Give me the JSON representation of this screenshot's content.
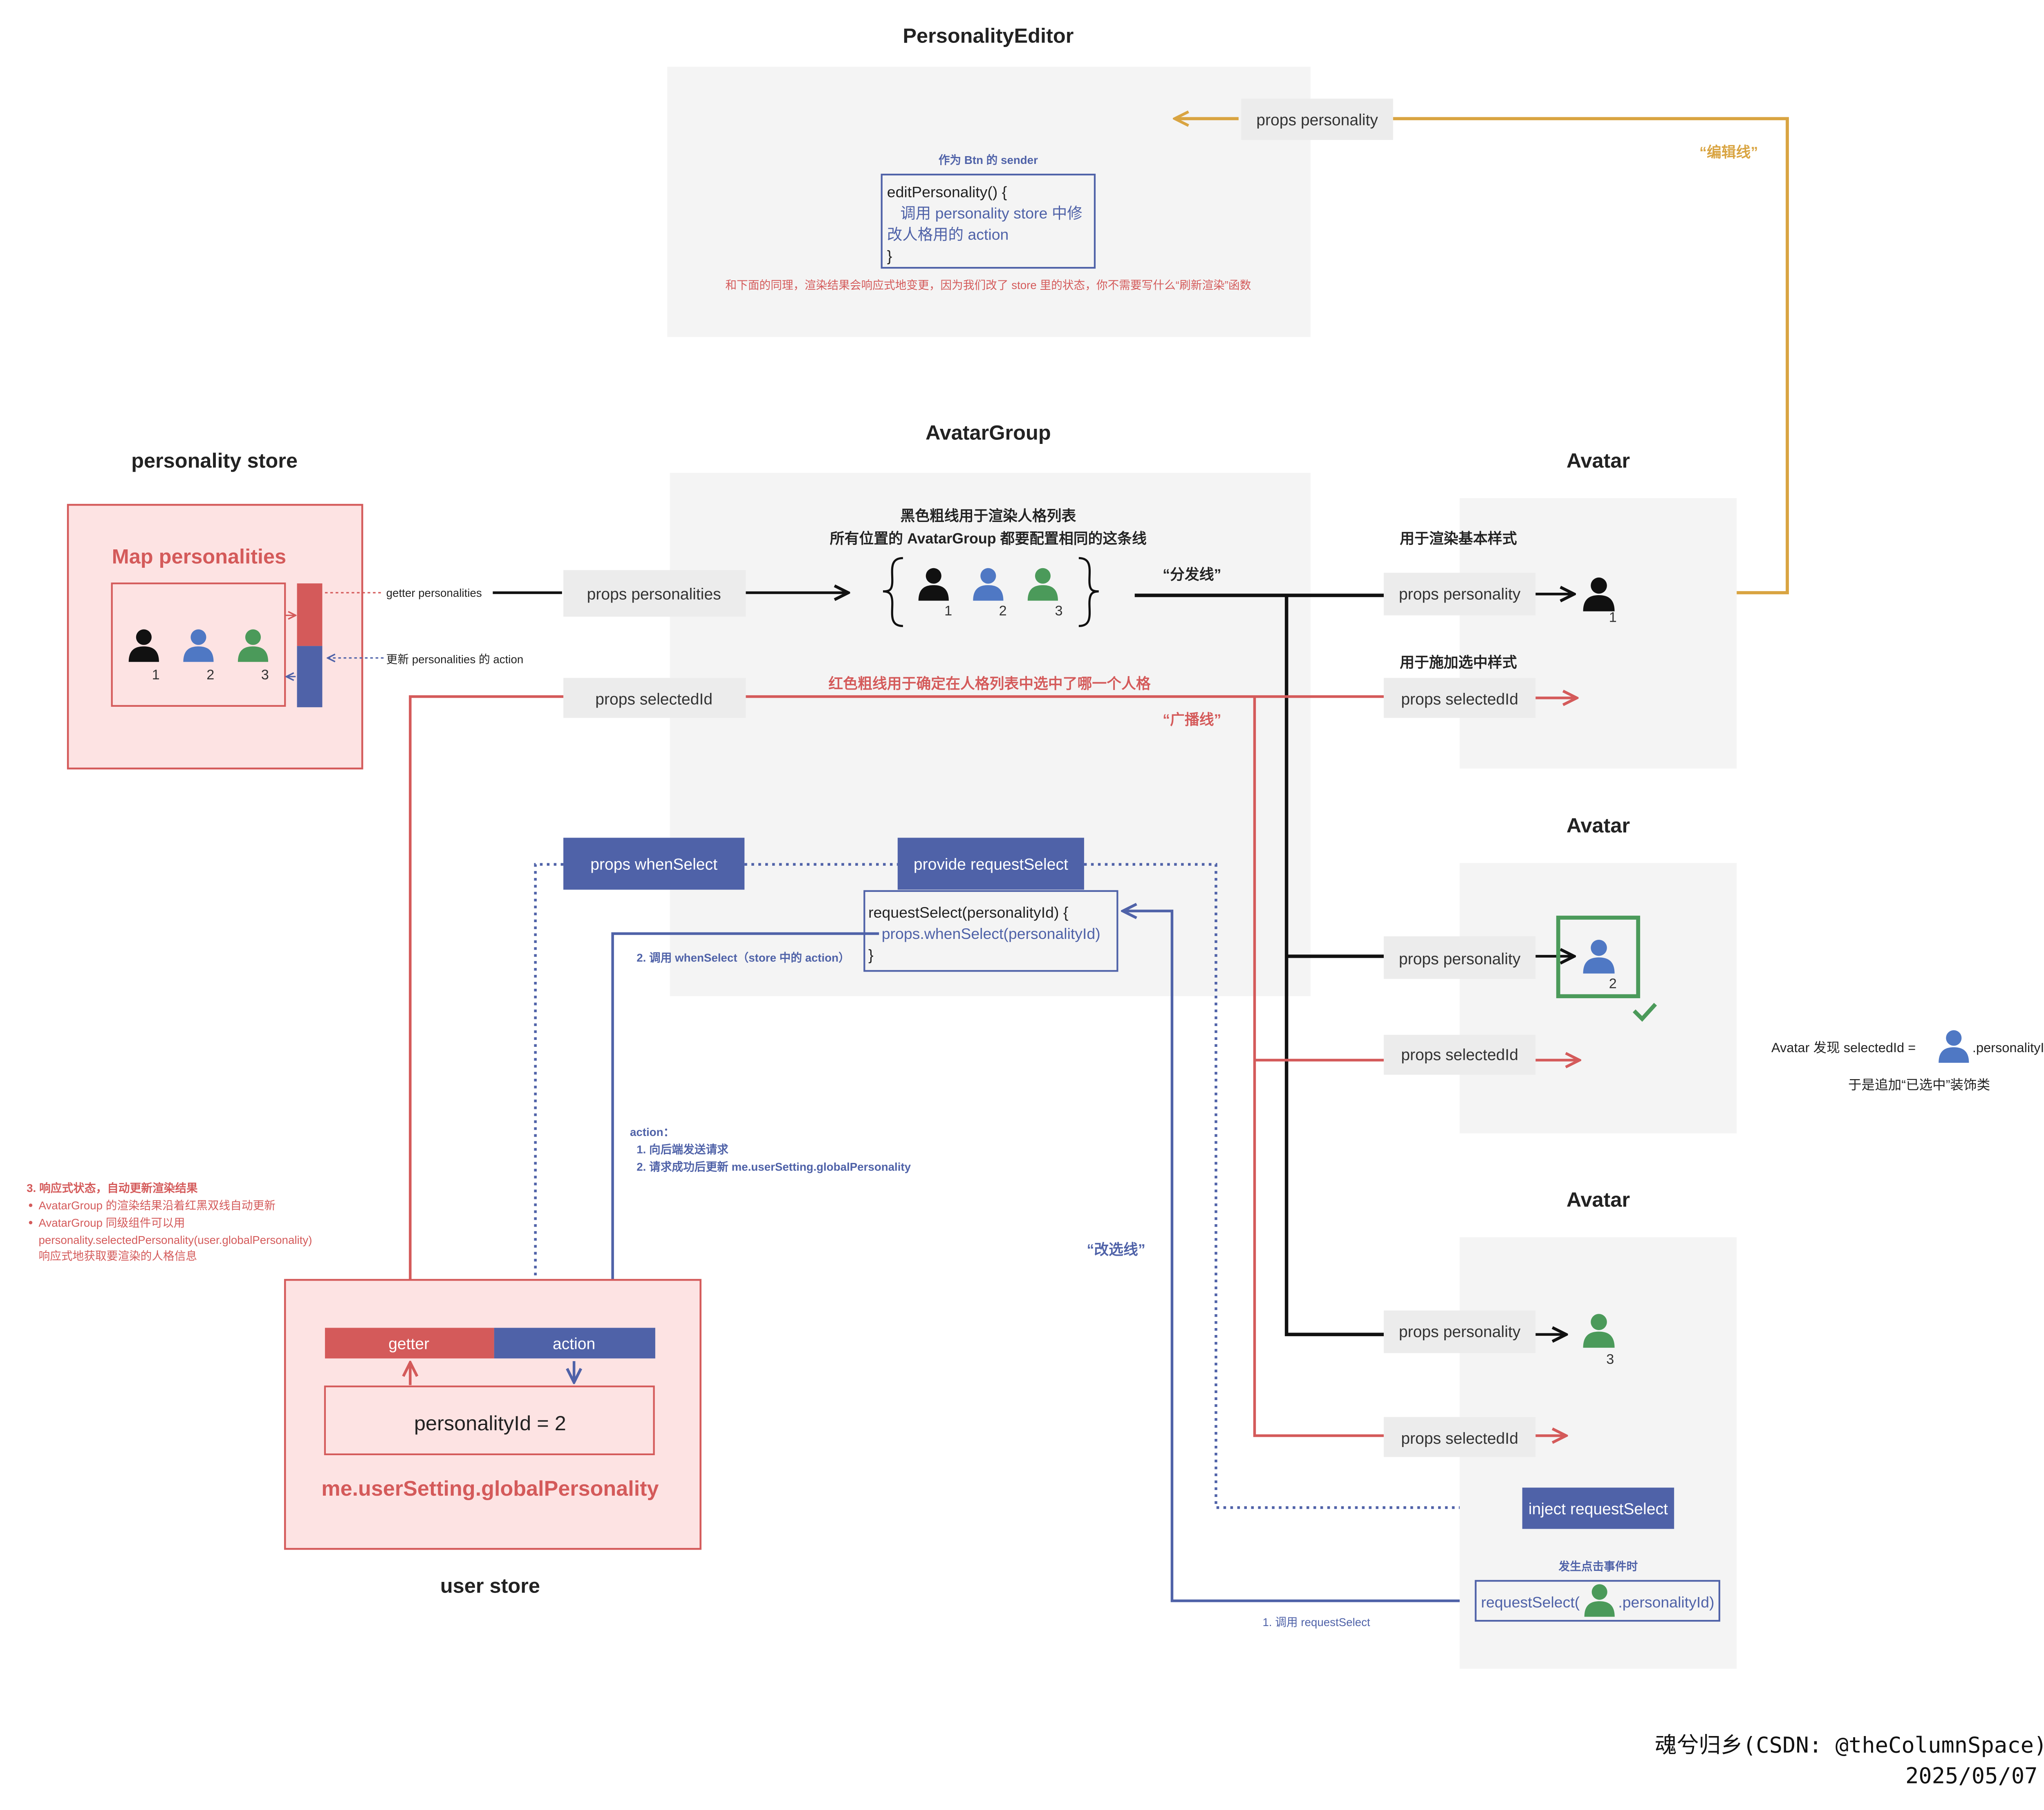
{
  "editor": {
    "title": "PersonalityEditor",
    "props_personality": "props personality",
    "edit_line": "“编辑线”",
    "sender_caption": "作为 Btn 的 sender",
    "code": [
      "editPersonality() {",
      "调用 personality store 中修",
      "改人格用的 action",
      "}"
    ],
    "note": "和下面的同理，渲染结果会响应式地变更，因为我们改了 store 里的状态，你不需要写什么“刷新渲染”函数"
  },
  "store": {
    "title": "personality store",
    "map_label": "Map personalities",
    "numbers": [
      "1",
      "2",
      "3"
    ],
    "getter_label": "getter personalities",
    "action_label": "更新 personalities 的 action"
  },
  "group": {
    "title": "AvatarGroup",
    "note_lines": [
      "黑色粗线用于渲染人格列表",
      "所有位置的 AvatarGroup 都要配置相同的这条线"
    ],
    "props_personalities": "props personalities",
    "numbers": [
      "1",
      "2",
      "3"
    ],
    "distribute_line": "“分发线”",
    "props_selectedId": "props selectedId",
    "red_note": "红色粗线用于确定在人格列表中选中了哪一个人格",
    "broadcast_line": "“广播线”",
    "props_whenSelect": "props whenSelect",
    "provide_requestSelect": "provide requestSelect",
    "request_code": [
      "requestSelect(personalityId)  {",
      "props.whenSelect(personalityId)",
      "}"
    ],
    "call_whenSelect": "2. 调用 whenSelect（store 中的 action）"
  },
  "action_note": {
    "title": "action：",
    "items": [
      "1. 向后端发送请求",
      "2. 请求成功后更新 me.userSetting.globalPersonality"
    ]
  },
  "reactive_note": {
    "title": "3. 响应式状态，自动更新渲染结果",
    "items": [
      "AvatarGroup 的渲染结果沿着红黑双线自动更新",
      "AvatarGroup 同级组件可以用",
      "personality.selectedPersonality(user.globalPersonality)",
      "响应式地获取要渲染的人格信息"
    ]
  },
  "user_store": {
    "title": "user store",
    "getter": "getter",
    "action": "action",
    "state": "personalityId = 2",
    "name": "me.userSetting.globalPersonality"
  },
  "change_line": "“改选线”",
  "call_requestSelect": "1.  调用 requestSelect",
  "avatars": [
    {
      "title": "Avatar",
      "base_caption": "用于渲染基本样式",
      "props_personality": "props personality",
      "select_caption": "用于施加选中样式",
      "props_selectedId": "props selectedId",
      "number": "1"
    },
    {
      "title": "Avatar",
      "props_personality": "props personality",
      "props_selectedId": "props selectedId",
      "number": "2"
    },
    {
      "title": "Avatar",
      "props_personality": "props personality",
      "props_selectedId": "props selectedId",
      "number": "3",
      "inject": "inject requestSelect",
      "click_caption": "发生点击事件时",
      "call_prefix": "requestSelect(",
      "call_suffix": ".personalityId)"
    }
  ],
  "selected_note": {
    "line1_prefix": "Avatar 发现 selectedId =",
    "line1_suffix": ".personalityId",
    "line2": "于是追加“已选中”装饰类"
  },
  "footer": {
    "author": "魂兮归乡(CSDN: @theColumnSpace)",
    "date": "2025/05/07"
  },
  "colors": {
    "red": "#d45a5a",
    "blue": "#4f62a8",
    "gold": "#d9a441",
    "green": "#4b9a5a",
    "panel": "#f4f4f4",
    "pink": "#fde3e3"
  }
}
